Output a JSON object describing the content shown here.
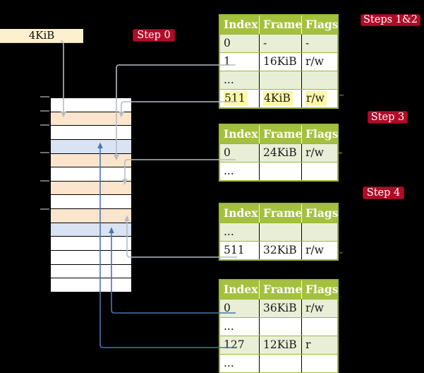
{
  "colors": {
    "background": "#000000",
    "cream": "#fcf1cf",
    "badge-red": "#af0c28",
    "badge-text": "#ffffff",
    "table-header-green": "#a4c13d",
    "table-border-green": "#9cb737",
    "table-row-green": "#e9efd7",
    "highlight-yellow": "#fdf8a4",
    "row-peach": "#fce5cd",
    "row-blue": "#dae3f3",
    "arrow-gray": "#b6bcc3",
    "arrow-blue": "#4e73ad",
    "tick-gray": "#707070",
    "row-border": "#000000",
    "table-text": "#1a1a1a"
  },
  "frame_box": {
    "label": "4KiB"
  },
  "badges": {
    "step0": "Step 0",
    "steps12": "Steps 1&2",
    "step3": "Step 3",
    "step4": "Step 4"
  },
  "memory": {
    "rows": [
      "white",
      "peach",
      "white",
      "blue",
      "peach",
      "white",
      "peach",
      "white",
      "peach",
      "blue",
      "white",
      "white",
      "white",
      "white"
    ]
  },
  "tables": [
    {
      "headers": [
        "Index",
        "Frame",
        "Flags"
      ],
      "rows": [
        [
          "0",
          "-",
          "-"
        ],
        [
          "1",
          "16KiB",
          "r/w"
        ],
        [
          "...",
          "",
          ""
        ],
        [
          "511",
          "4KiB",
          "r/w"
        ]
      ]
    },
    {
      "headers": [
        "Index",
        "Frame",
        "Flags"
      ],
      "rows": [
        [
          "0",
          "24KiB",
          "r/w"
        ],
        [
          "...",
          "",
          ""
        ]
      ]
    },
    {
      "headers": [
        "Index",
        "Frame",
        "Flags"
      ],
      "rows": [
        [
          "...",
          "",
          ""
        ],
        [
          "511",
          "32KiB",
          "r/w"
        ]
      ]
    },
    {
      "headers": [
        "Index",
        "Frame",
        "Flags"
      ],
      "rows": [
        [
          "0",
          "36KiB",
          "r/w"
        ],
        [
          "...",
          "",
          ""
        ],
        [
          "127",
          "12KiB",
          "r"
        ],
        [
          "...",
          "",
          ""
        ]
      ]
    }
  ]
}
